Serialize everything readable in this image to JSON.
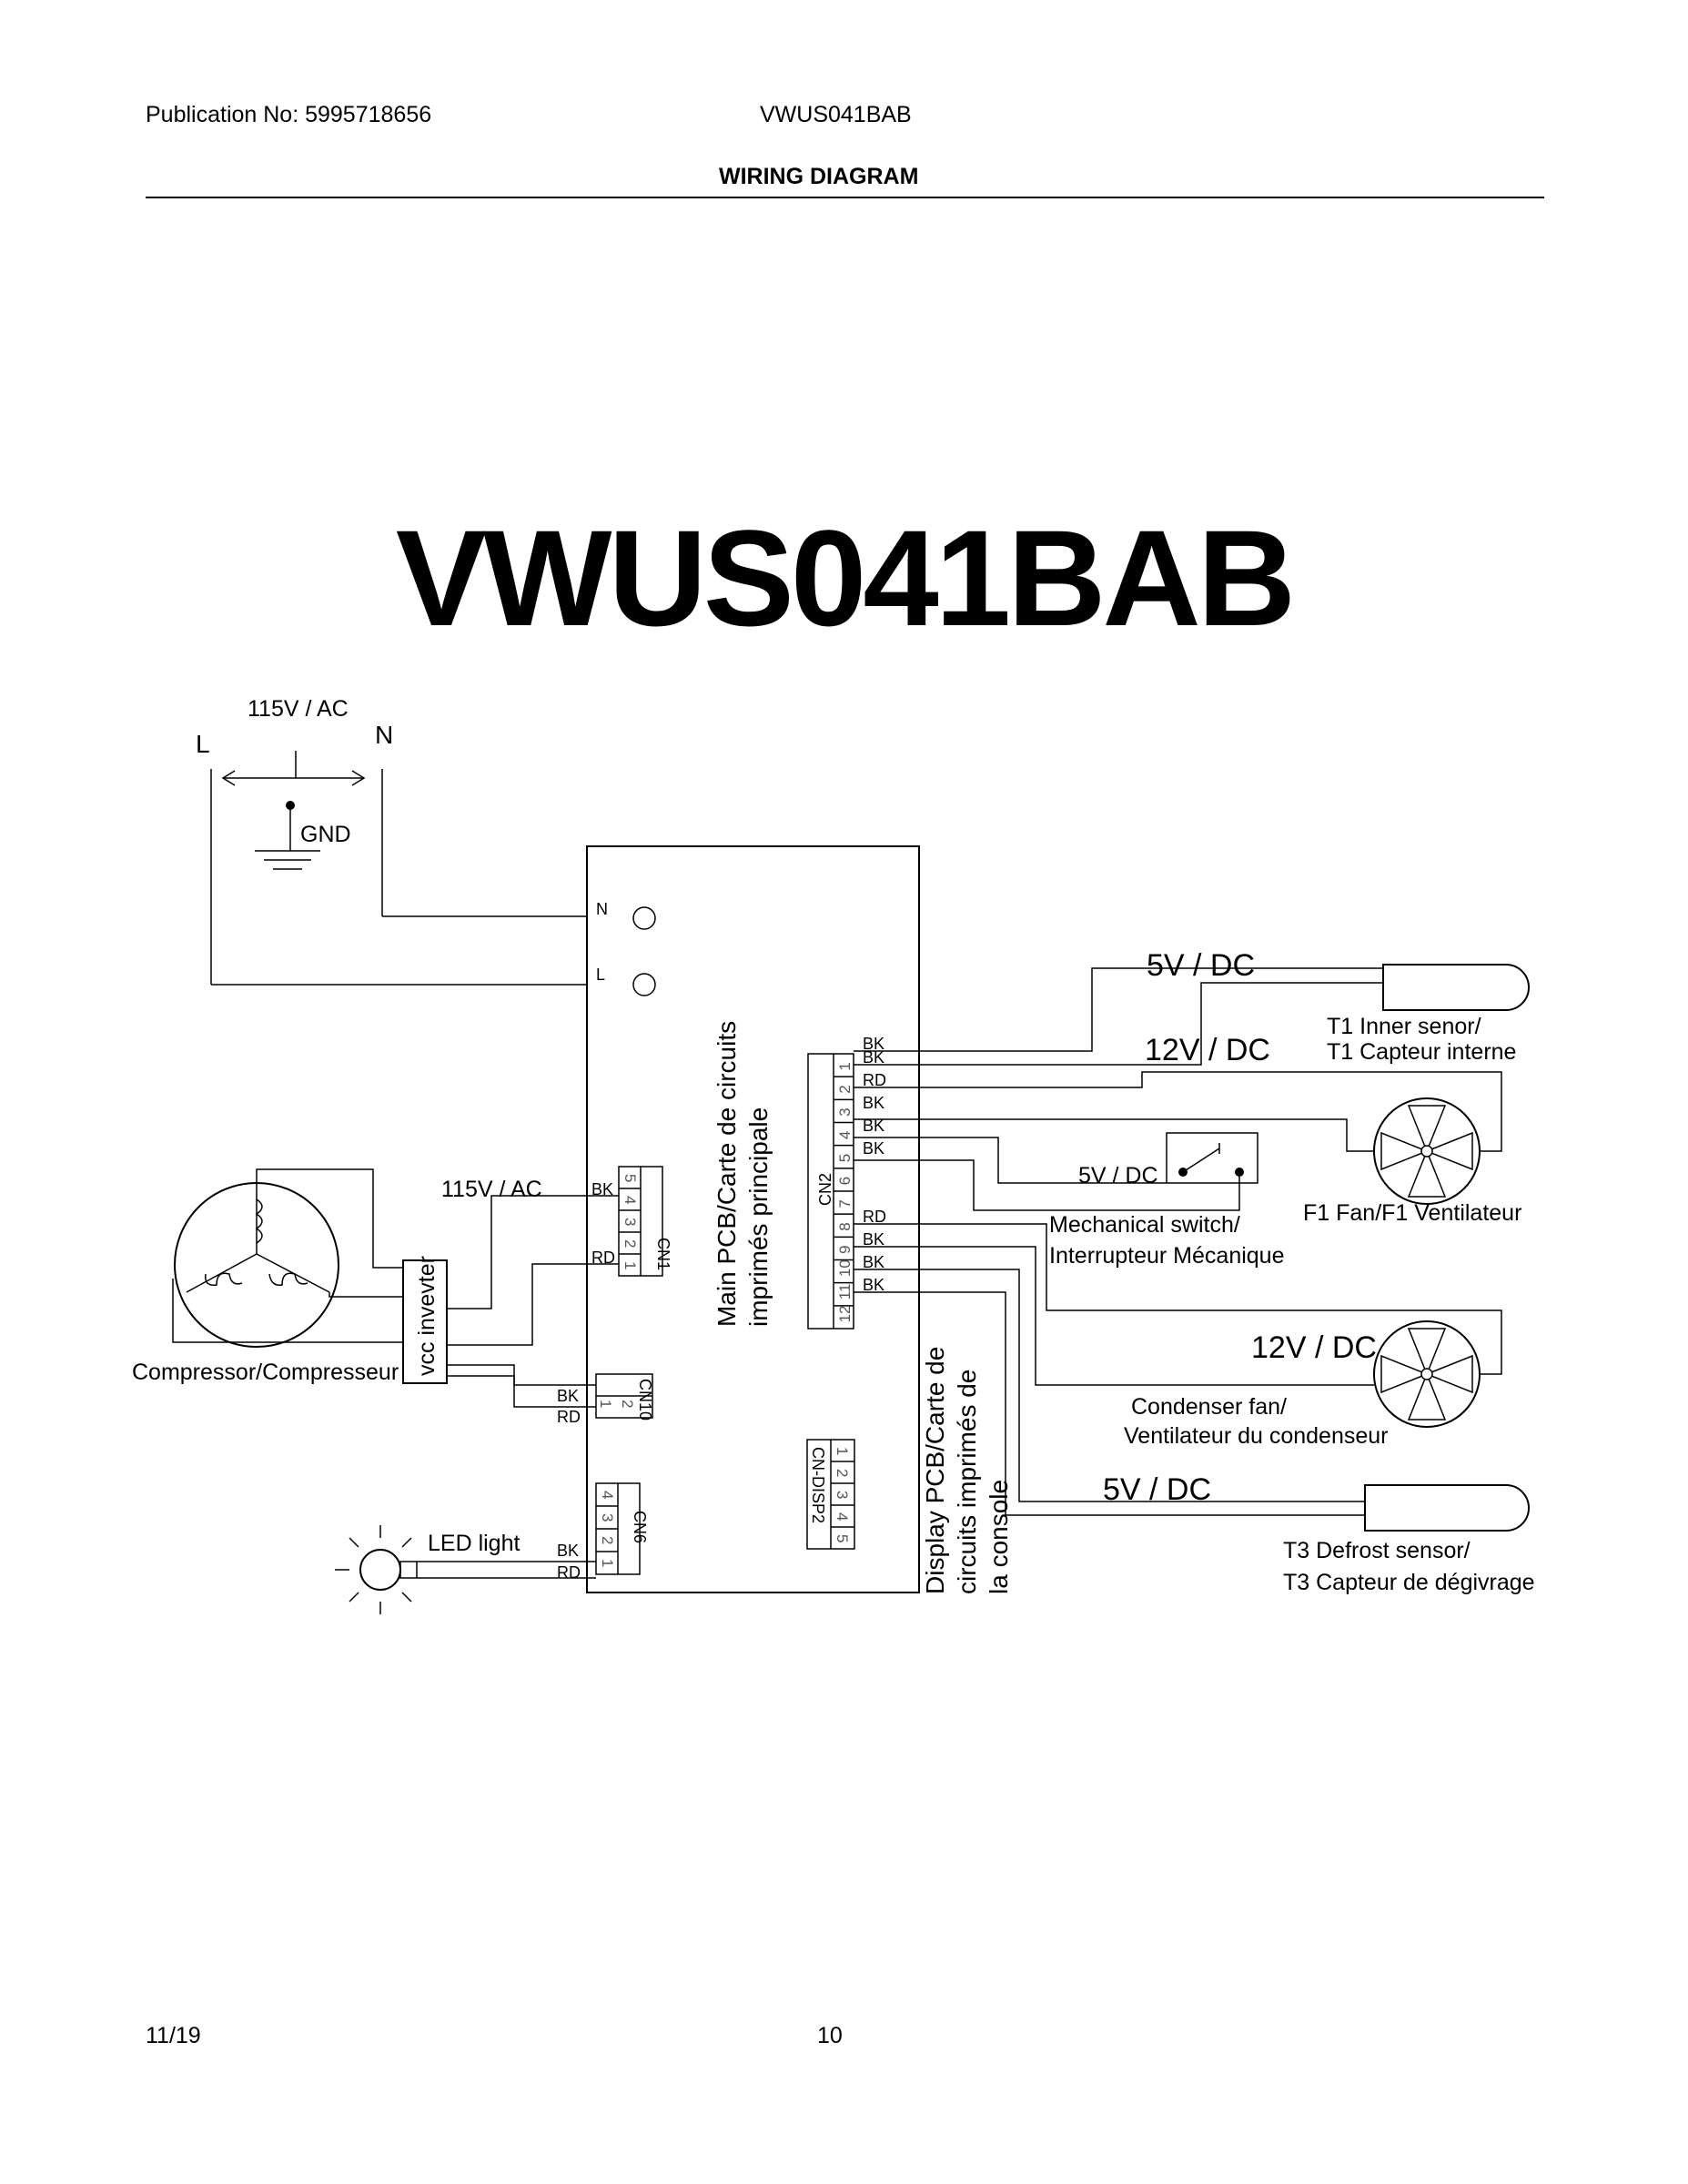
{
  "header": {
    "publication": "Publication No: 5995718656",
    "model": "VWUS041BAB",
    "section_title": "WIRING DIAGRAM"
  },
  "model_heading": "VWUS041BAB",
  "diagram": {
    "power": {
      "voltage": "115V / AC",
      "line": "L",
      "neutral": "N",
      "ground": "GND"
    },
    "main_pcb": {
      "label_1": "Main PCB/Carte de circuits",
      "label_2": "imprimés principale",
      "terminal_n": "N",
      "terminal_l": "L"
    },
    "cn2": {
      "name": "CN2",
      "wires": [
        "BK",
        "BK",
        "RD",
        "BK",
        "BK",
        "BK",
        "RD",
        "BK",
        "BK",
        "BK"
      ],
      "pins": [
        "1",
        "2",
        "3",
        "4",
        "5",
        "6",
        "7",
        "8",
        "9",
        "10",
        "11",
        "12"
      ]
    },
    "cn1": {
      "name": "CN1",
      "pins": [
        "5",
        "4",
        "3",
        "2",
        "1"
      ],
      "voltage": "115V / AC",
      "wire_bk": "BK",
      "wire_rd": "RD"
    },
    "cn10": {
      "name": "CN10",
      "pins": [
        "1",
        "2"
      ],
      "wire_bk": "BK",
      "wire_rd": "RD"
    },
    "cn6": {
      "name": "CN6",
      "pins": [
        "4",
        "3",
        "2",
        "1"
      ],
      "wire_bk": "BK",
      "wire_rd": "RD"
    },
    "cn_disp2": {
      "name": "CN-DISP2",
      "pins": [
        "1",
        "2",
        "3",
        "4",
        "5"
      ]
    },
    "display_pcb": {
      "line_1": "Display PCB/Carte de",
      "line_2": "circuits imprimés de",
      "line_3": "la console"
    },
    "compressor": {
      "label": "Compressor/Compresseur",
      "inverter": "vcc invevter"
    },
    "led": {
      "label": "LED light"
    },
    "t1_sensor": {
      "voltage": "5V / DC",
      "line_1": "T1 Inner senor/",
      "line_2": "T1 Capteur interne"
    },
    "f1_fan": {
      "voltage": "12V / DC",
      "label": "F1 Fan/F1 Ventilateur"
    },
    "switch": {
      "voltage": "5V / DC",
      "line_1": "Mechanical switch/",
      "line_2": "Interrupteur Mécanique"
    },
    "condenser_fan": {
      "voltage": "12V / DC",
      "line_1": "Condenser fan/",
      "line_2": "Ventilateur du condenseur"
    },
    "t3_sensor": {
      "voltage": "5V / DC",
      "line_1": "T3 Defrost sensor/",
      "line_2": "T3 Capteur de dégivrage"
    }
  },
  "footer": {
    "date": "11/19",
    "page": "10"
  }
}
